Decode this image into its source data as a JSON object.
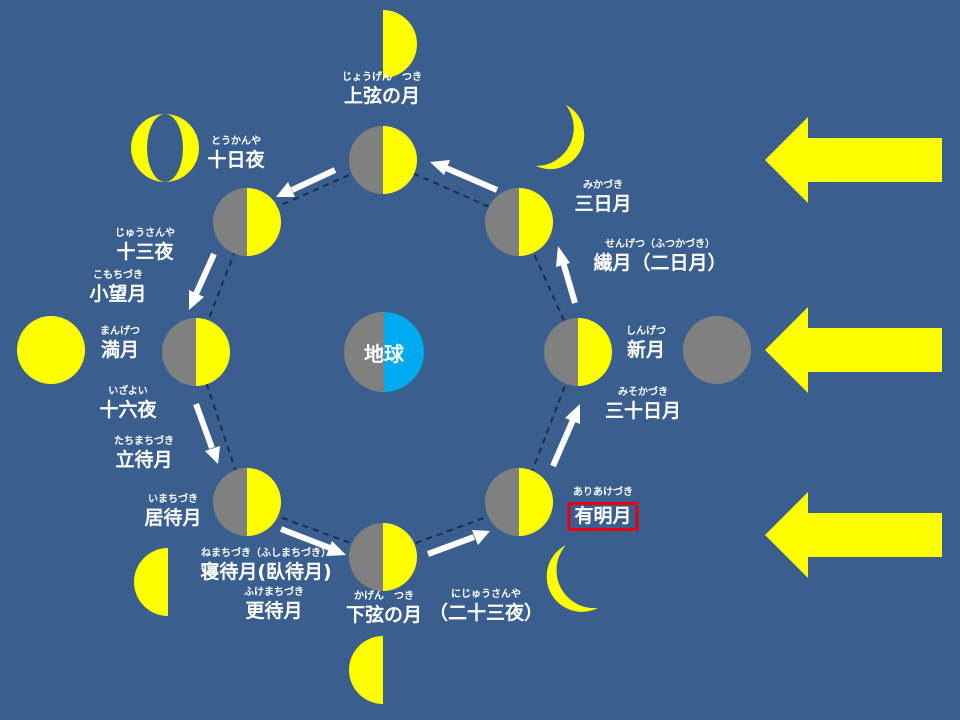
{
  "colors": {
    "background": "#3a5f8f",
    "moon_lit": "#ffff00",
    "moon_dark": "#808080",
    "earth_lit": "#00aaee",
    "arrow": "#ffffff",
    "sunlight_arrow": "#ffff00",
    "highlight_border": "#e60012",
    "label_text": "#ffffff"
  },
  "earth": {
    "label": "地球"
  },
  "labels": {
    "jougen": {
      "ruby": "じょうげん　つき",
      "name": "上弦の月"
    },
    "mikazuki": {
      "ruby": "みかづき",
      "name": "三日月"
    },
    "senngetsu": {
      "ruby": "せんげつ（ふつかづき）",
      "name": "繊月（二日月）"
    },
    "shingetsu": {
      "ruby": "しんげつ",
      "name": "新月"
    },
    "misokazuki": {
      "ruby": "みそかづき",
      "name": "三十日月"
    },
    "ariake": {
      "ruby": "ありあけづき",
      "name": "有明月"
    },
    "kagen": {
      "ruby": "かげん　つき",
      "name": "下弦の月"
    },
    "nijuusanya": {
      "ruby": "にじゅうさんや",
      "name": "（二十三夜）"
    },
    "fukemachi": {
      "ruby": "ふけまちづき",
      "name": "更待月"
    },
    "nemachi": {
      "ruby": "ねまちづき（ふしまちづき）",
      "name": "寝待月(臥待月)"
    },
    "imachi": {
      "ruby": "いまちづき",
      "name": "居待月"
    },
    "tachimachi": {
      "ruby": "たちまちづき",
      "name": "立待月"
    },
    "izayoi": {
      "ruby": "いざよい",
      "name": "十六夜"
    },
    "mangetsu": {
      "ruby": "まんげつ",
      "name": "満月"
    },
    "komochi": {
      "ruby": "こもちづき",
      "name": "小望月"
    },
    "juusanya": {
      "ruby": "じゅうさんや",
      "name": "十三夜"
    },
    "toukanya": {
      "ruby": "とうかんや",
      "name": "十日夜"
    }
  },
  "icons": {
    "orbit_moon": "half-lit-moon-icon",
    "phase_moon": "moon-phase-icon",
    "earth": "earth-icon",
    "orbit_arrow": "orbit-arrow-icon",
    "sunlight": "sunlight-arrow-icon"
  }
}
